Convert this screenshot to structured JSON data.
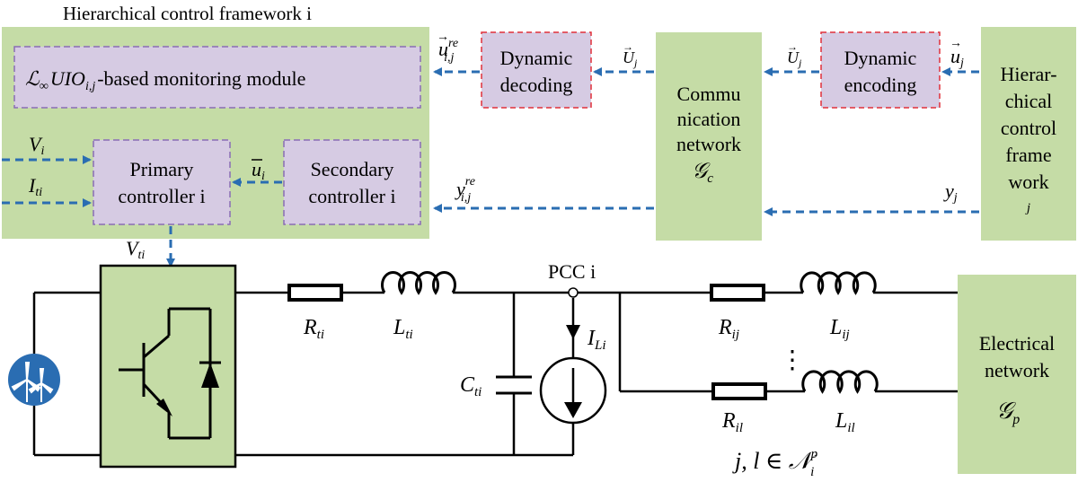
{
  "title": "Hierarchical control  framework i",
  "blocks": {
    "monitoring": "L∞UIO_i,j -based monitoring module",
    "monitoring_prefix": "ℒ",
    "monitoring_sub_inf": "∞",
    "monitoring_uio": "UIO",
    "monitoring_sub_ij": "i,j",
    "monitoring_rest": "-based monitoring module",
    "dyn_decoding": [
      "Dynamic",
      "decoding"
    ],
    "dyn_encoding": [
      "Dynamic",
      "encoding"
    ],
    "comm_network": [
      "Commu",
      "nication",
      "network"
    ],
    "comm_symbol": "𝒢",
    "comm_sub": "c",
    "primary": [
      "Primary",
      "controller i"
    ],
    "secondary": [
      "Secondary",
      "controller i"
    ],
    "hier_j": [
      "Hierar-",
      "chical",
      "control",
      "frame",
      "work"
    ],
    "hier_j_sub": "j",
    "electrical": [
      "Electrical",
      "network"
    ],
    "elec_symbol": "𝒢",
    "elec_sub": "p"
  },
  "signals": {
    "u_re": "u",
    "u_re_sup": "re",
    "u_re_sub": "i,j",
    "U_j_left": "U",
    "U_j_right": "U",
    "U_sub": "j",
    "u_j": "u",
    "u_j_sub": "j",
    "y_re": "y",
    "y_re_sup": "re",
    "y_re_sub": "i,j",
    "y_j": "y",
    "y_j_sub": "j",
    "V_i": "V",
    "V_i_sub": "i",
    "I_ti": "I",
    "I_ti_sub": "ti",
    "u_bar": "u",
    "u_bar_sub": "i",
    "V_ti": "V",
    "V_ti_sub": "ti"
  },
  "circuit": {
    "R_ti": "R",
    "R_ti_sub": "ti",
    "L_ti": "L",
    "L_ti_sub": "ti",
    "C_ti": "C",
    "C_ti_sub": "ti",
    "I_Li": "I",
    "I_Li_sub": "Li",
    "pcc": "PCC i",
    "R_ij": "R",
    "R_ij_sub": "ij",
    "L_ij": "L",
    "L_ij_sub": "ij",
    "R_il": "R",
    "R_il_sub": "il",
    "L_il": "L",
    "L_il_sub": "il",
    "set_label": "j, l ∈ 𝒩",
    "set_sup": "p",
    "set_sub": "i",
    "dots": "⋮"
  },
  "colors": {
    "green_fill": "#c5dca6",
    "purple_fill": "#d6cbe3",
    "purple_dash": "#8a6cb5",
    "red_dash": "#e0303a",
    "arrow_blue": "#2a6db2",
    "wind_blue": "#2a6db2"
  }
}
